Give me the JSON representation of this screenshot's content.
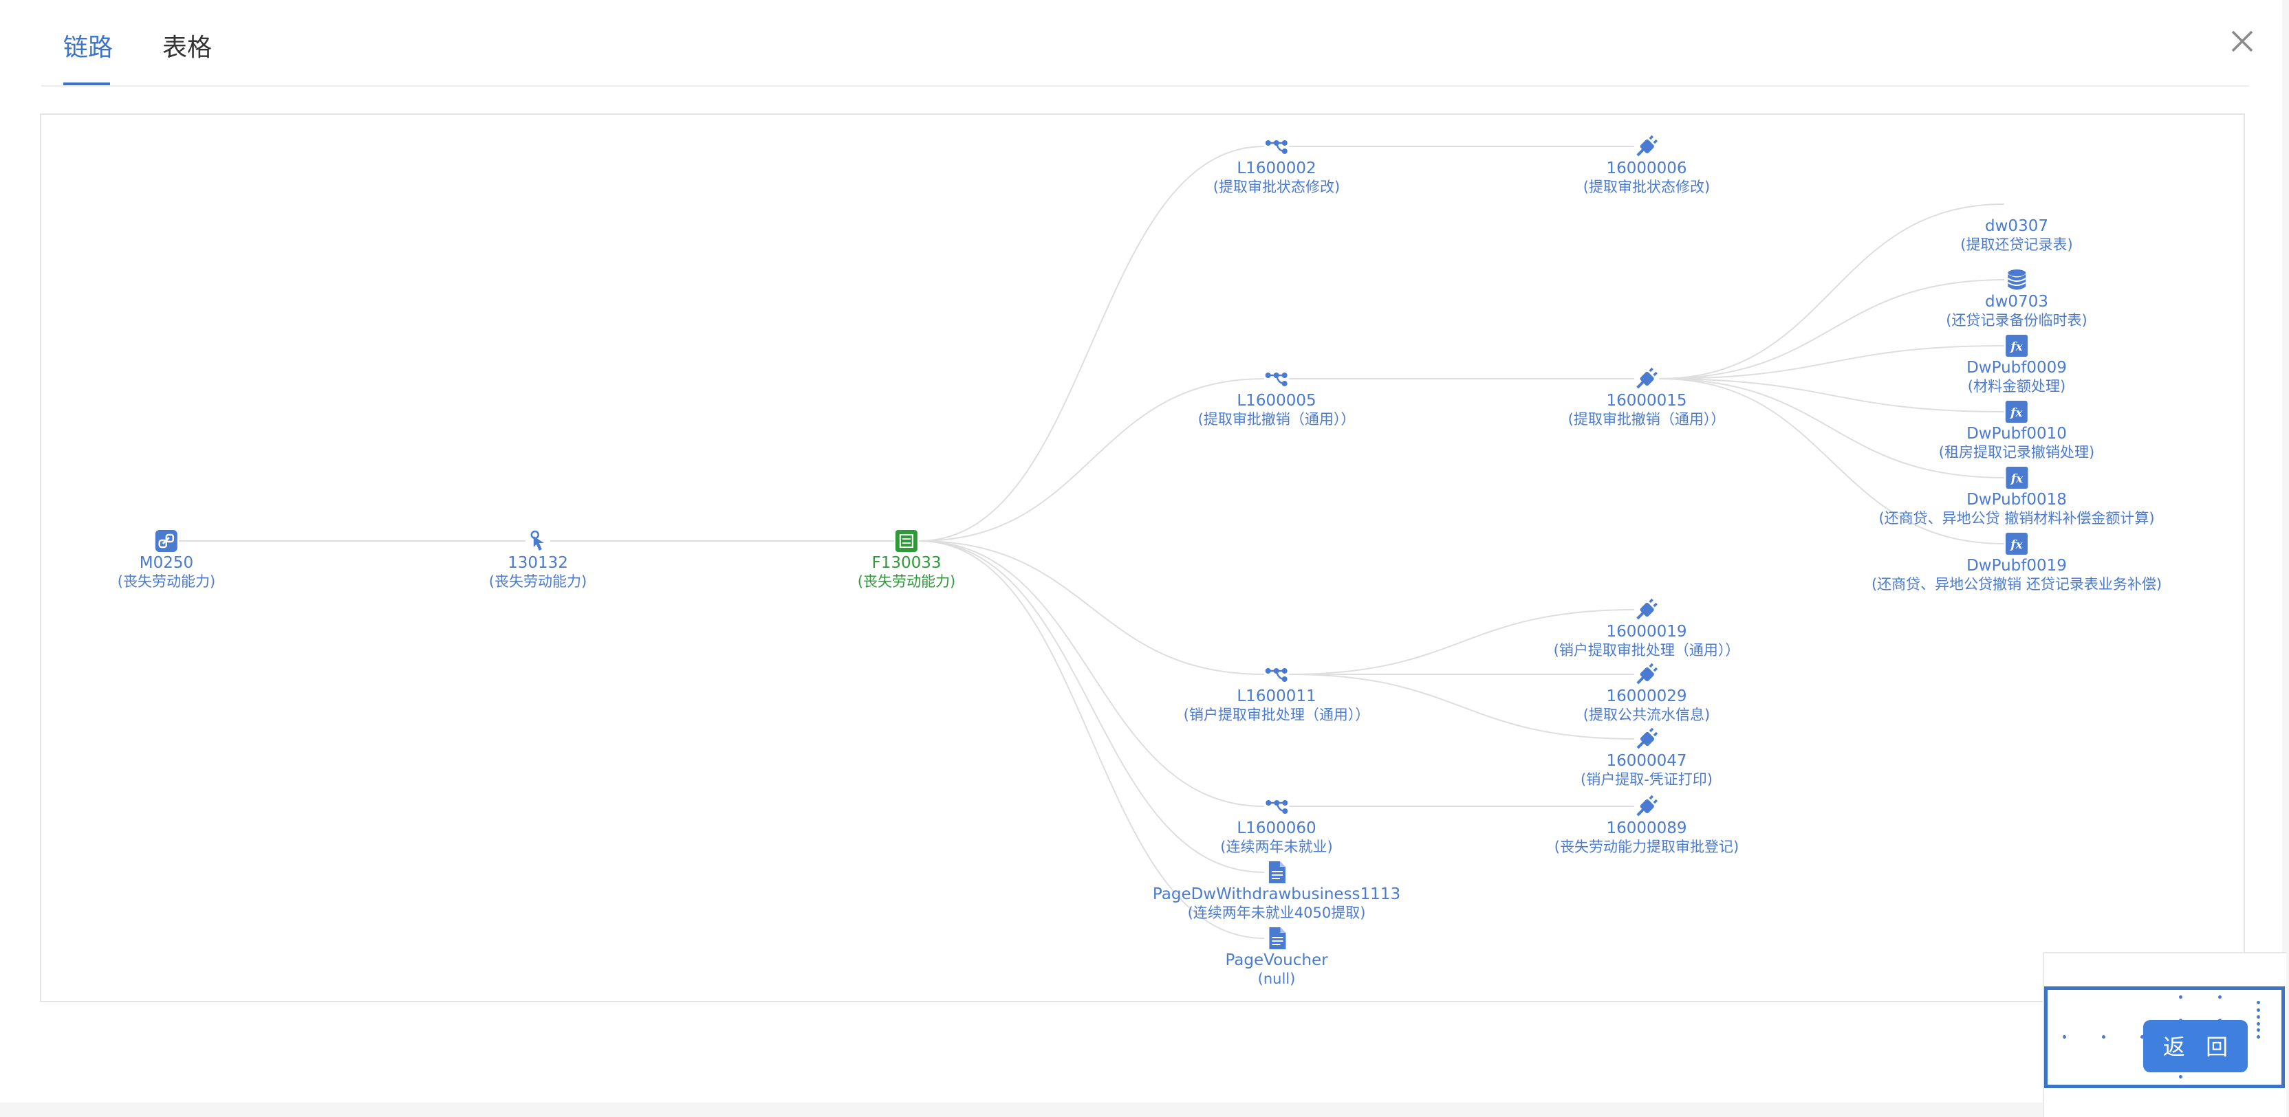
{
  "tabs": [
    {
      "label": "链路",
      "active": true
    },
    {
      "label": "表格",
      "active": false
    }
  ],
  "footer": {
    "return_label": "返 回"
  },
  "colors": {
    "accent": "#3b73c7",
    "node": "#4a7bd0",
    "highlight": "#2e9b38",
    "edge": "#dedede"
  },
  "nodes": [
    {
      "key": "m0250",
      "icon": "link-icon",
      "id": "M0250",
      "desc": "(丧失劳动能力)"
    },
    {
      "key": "n130132",
      "icon": "click-pointer-icon",
      "id": "130132",
      "desc": "(丧失劳动能力)"
    },
    {
      "key": "f130033",
      "icon": "form-icon",
      "id": "F130033",
      "desc": "(丧失劳动能力)",
      "highlight": true
    },
    {
      "key": "l1600002",
      "icon": "flow-icon",
      "id": "L1600002",
      "desc": "(提取审批状态修改)"
    },
    {
      "key": "s16000006",
      "icon": "plug-icon",
      "id": "16000006",
      "desc": "(提取审批状态修改)"
    },
    {
      "key": "l1600005",
      "icon": "flow-icon",
      "id": "L1600005",
      "desc": "(提取审批撤销（通用））"
    },
    {
      "key": "s16000015",
      "icon": "plug-icon",
      "id": "16000015",
      "desc": "(提取审批撤销（通用））"
    },
    {
      "key": "dw0307",
      "icon": "none",
      "id": "dw0307",
      "desc": "(提取还贷记录表)"
    },
    {
      "key": "dw0703",
      "icon": "database-icon",
      "id": "dw0703",
      "desc": "(还贷记录备份临时表)"
    },
    {
      "key": "dwpubf0009",
      "icon": "function-icon",
      "id": "DwPubf0009",
      "desc": "(材料金额处理)"
    },
    {
      "key": "dwpubf0010",
      "icon": "function-icon",
      "id": "DwPubf0010",
      "desc": "(租房提取记录撤销处理)"
    },
    {
      "key": "dwpubf0018",
      "icon": "function-icon",
      "id": "DwPubf0018",
      "desc": "(还商贷、异地公贷 撤销材料补偿金额计算)"
    },
    {
      "key": "dwpubf0019",
      "icon": "function-icon",
      "id": "DwPubf0019",
      "desc": "(还商贷、异地公贷撤销 还贷记录表业务补偿)"
    },
    {
      "key": "s16000019",
      "icon": "plug-icon",
      "id": "16000019",
      "desc": "(销户提取审批处理（通用））"
    },
    {
      "key": "l1600011",
      "icon": "flow-icon",
      "id": "L1600011",
      "desc": "(销户提取审批处理（通用））"
    },
    {
      "key": "s16000029",
      "icon": "plug-icon",
      "id": "16000029",
      "desc": "(提取公共流水信息)"
    },
    {
      "key": "s16000047",
      "icon": "plug-icon",
      "id": "16000047",
      "desc": "(销户提取-凭证打印)"
    },
    {
      "key": "l1600060",
      "icon": "flow-icon",
      "id": "L1600060",
      "desc": "(连续两年未就业)"
    },
    {
      "key": "s16000089",
      "icon": "plug-icon",
      "id": "16000089",
      "desc": "(丧失劳动能力提取审批登记)"
    },
    {
      "key": "pagedw",
      "icon": "document-icon",
      "id": "PageDwWithdrawbusiness1113",
      "desc": "(连续两年未就业4050提取)"
    },
    {
      "key": "pagevoucher",
      "icon": "document-icon",
      "id": "PageVoucher",
      "desc": "(null)"
    }
  ],
  "edges": [
    [
      "m0250",
      "n130132"
    ],
    [
      "n130132",
      "f130033"
    ],
    [
      "f130033",
      "l1600002"
    ],
    [
      "f130033",
      "l1600005"
    ],
    [
      "f130033",
      "l1600011"
    ],
    [
      "f130033",
      "l1600060"
    ],
    [
      "f130033",
      "pagedw"
    ],
    [
      "f130033",
      "pagevoucher"
    ],
    [
      "l1600002",
      "s16000006"
    ],
    [
      "l1600005",
      "s16000015"
    ],
    [
      "s16000015",
      "dw0307"
    ],
    [
      "s16000015",
      "dw0703"
    ],
    [
      "s16000015",
      "dwpubf0009"
    ],
    [
      "s16000015",
      "dwpubf0010"
    ],
    [
      "s16000015",
      "dwpubf0018"
    ],
    [
      "s16000015",
      "dwpubf0019"
    ],
    [
      "l1600011",
      "s16000019"
    ],
    [
      "l1600011",
      "s16000029"
    ],
    [
      "l1600011",
      "s16000047"
    ],
    [
      "l1600060",
      "s16000089"
    ]
  ]
}
